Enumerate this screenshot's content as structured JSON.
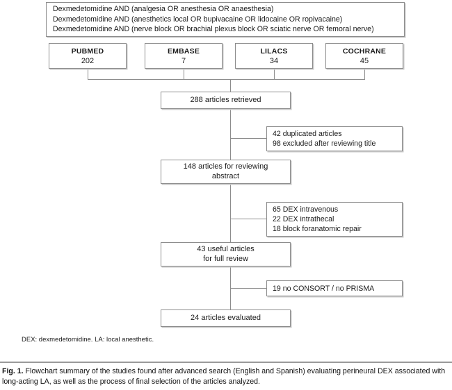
{
  "figure": {
    "query_box": {
      "lines": [
        "Dexmedetomidine AND (analgesia OR anesthesia OR anaesthesia)",
        "Dexmedetomidine AND (anesthetics local OR bupivacaine OR lidocaine OR ropivacaine)",
        "Dexmedetomidine AND (nerve block OR brachial plexus block OR sciatic nerve OR femoral nerve)"
      ]
    },
    "databases": [
      {
        "name": "PUBMED",
        "count": "202"
      },
      {
        "name": "EMBASE",
        "count": "7"
      },
      {
        "name": "LILACS",
        "count": "34"
      },
      {
        "name": "COCHRANE",
        "count": "45"
      }
    ],
    "flow_boxes": [
      {
        "id": "retrieved",
        "text": "288 articles retrieved"
      },
      {
        "id": "abstract",
        "text": "148 articles for reviewing\nabstract"
      },
      {
        "id": "useful",
        "text": "43 useful articles\nfor full review"
      },
      {
        "id": "evaluated",
        "text": "24 articles evaluated"
      }
    ],
    "exclusion_boxes": [
      {
        "id": "excl1",
        "text": "42 duplicated articles\n98 excluded after reviewing title"
      },
      {
        "id": "excl2",
        "text": "65 DEX intravenous\n22 DEX intrathecal\n18 block foranatomic repair"
      },
      {
        "id": "excl3",
        "text": "19 no CONSORT / no PRISMA"
      }
    ],
    "footnote": "DEX: dexmedetomidine. LA: local anesthetic.",
    "caption": {
      "label": "Fig. 1.",
      "text": " Flowchart summary of the studies found after advanced search (English and Spanish) evaluating perineural DEX associated with long-acting LA, as well as the process of final selection of the articles analyzed."
    },
    "colors": {
      "border": "#8c8c8c",
      "shadow": "#c9c9c9",
      "text": "#1a1a1a",
      "background": "#ffffff"
    }
  }
}
